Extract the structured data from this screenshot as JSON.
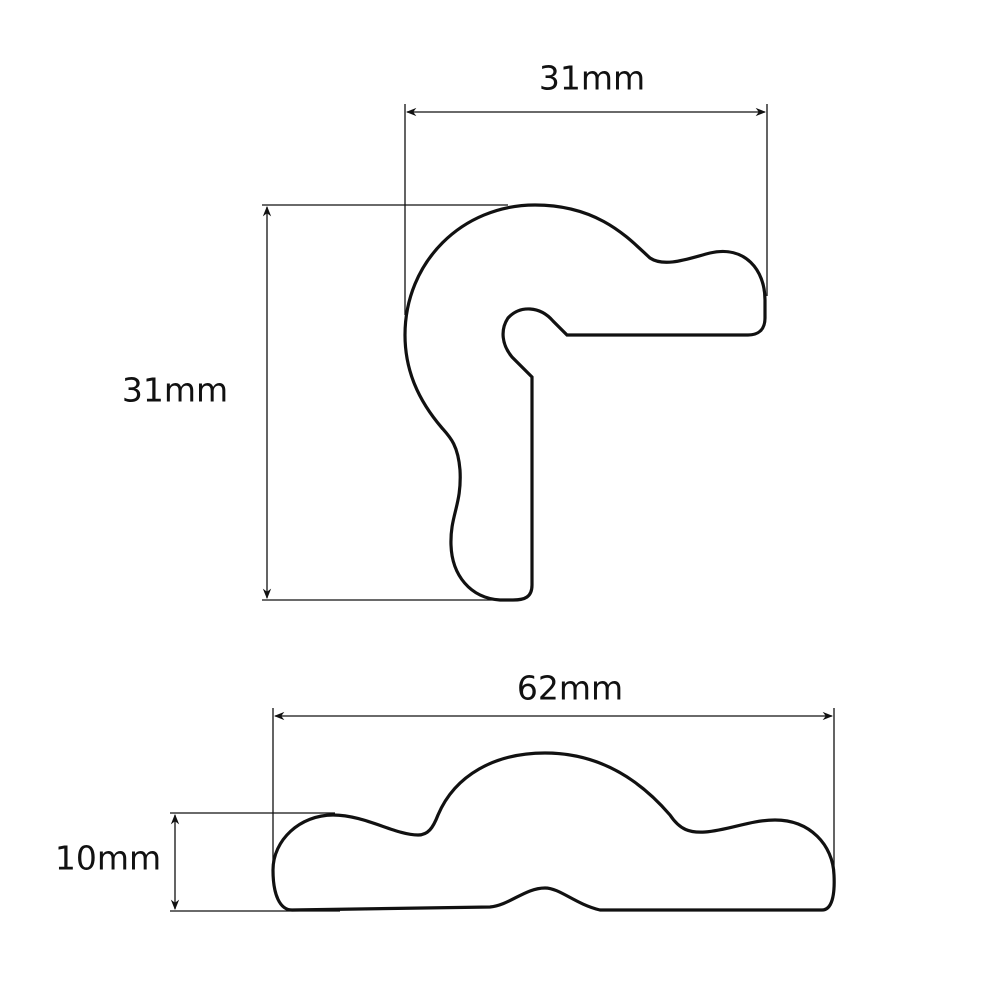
{
  "colors": {
    "line": "#111111",
    "background": "#ffffff"
  },
  "corner_profile": {
    "width_label": "31mm",
    "height_label": "31mm"
  },
  "flat_profile": {
    "width_label": "62mm",
    "height_label": "10mm"
  }
}
